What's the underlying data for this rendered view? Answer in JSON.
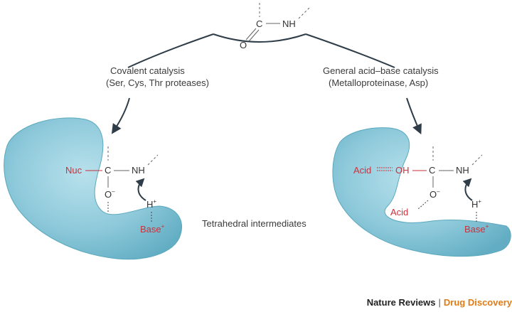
{
  "top_molecule": {
    "carbon": "C",
    "oxygen": "O",
    "amine": "NH"
  },
  "left_path": {
    "title": "Covalent catalysis",
    "subtitle": "(Ser, Cys, Thr proteases)"
  },
  "right_path": {
    "title": "General acid–base catalysis",
    "subtitle": "(Metalloproteinase, Asp)"
  },
  "left_intermediate": {
    "nuc": "Nuc",
    "carbon": "C",
    "amine": "NH",
    "oxyanion": "O",
    "oxyanion_charge": "–",
    "proton": "H",
    "proton_charge": "+",
    "base": "Base",
    "base_charge": "+"
  },
  "right_intermediate": {
    "acid_left": "Acid",
    "hydroxyl": "OH",
    "carbon": "C",
    "amine": "NH",
    "oxyanion": "O",
    "oxyanion_charge": "–",
    "acid_bottom": "Acid",
    "proton": "H",
    "proton_charge": "+",
    "base": "Base",
    "base_charge": "+"
  },
  "center_caption": "Tetrahedral intermediates",
  "footer": {
    "journal": "Nature Reviews",
    "separator": "|",
    "section": "Drug Discovery"
  },
  "colors": {
    "enzyme_fill": "#7cc3d6",
    "enzyme_stroke": "#5aa8bd",
    "catalytic_red": "#c8323c",
    "arrow": "#2f3d48",
    "footer_accent": "#e07b16"
  }
}
